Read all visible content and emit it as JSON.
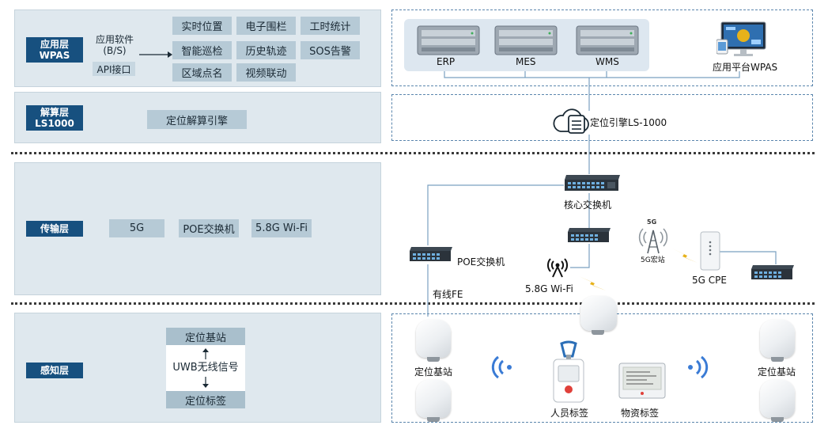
{
  "left": {
    "app_layer": {
      "tag_line1": "应用层",
      "tag_line2": "WPAS",
      "software_line1": "应用软件",
      "software_line2": "(B/S)",
      "api": "API接口",
      "functions": [
        "实时位置",
        "电子围栏",
        "工时统计",
        "智能巡检",
        "历史轨迹",
        "SOS告警",
        "区域点名",
        "视频联动"
      ]
    },
    "solve_layer": {
      "tag_line1": "解算层",
      "tag_line2": "LS1000",
      "engine": "定位解算引擎"
    },
    "transport_layer": {
      "tag": "传输层",
      "items": [
        "5G",
        "POE交换机",
        "5.8G Wi-Fi"
      ]
    },
    "sense_layer": {
      "tag": "感知层",
      "base_station": "定位基站",
      "signal": "UWB无线信号",
      "tag_device": "定位标签"
    }
  },
  "right": {
    "servers": [
      "ERP",
      "MES",
      "WMS"
    ],
    "platform": "应用平台WPAS",
    "engine": "定位引擎LS-1000",
    "core_switch": "核心交换机",
    "poe_switch": "POE交换机",
    "wired": "有线FE",
    "wifi": "5.8G Wi-Fi",
    "tower": "5G宏站",
    "tower_badge": "5G",
    "cpe": "5G CPE",
    "base_left": "定位基站",
    "base_right": "定位基站",
    "person_tag": "人员标签",
    "asset_tag": "物资标签"
  },
  "colors": {
    "layer_tag": "#17507f",
    "panel": "#dfe8ee",
    "chip": "#b6cad6",
    "dash": "#5b86ad",
    "link_line": "#7aa0c0",
    "wifi_wave": "#3a7bd5",
    "lightning": "#e7b21a"
  }
}
